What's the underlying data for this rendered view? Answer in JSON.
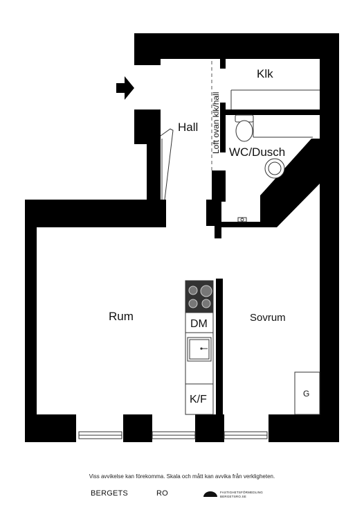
{
  "rooms": {
    "klk": "Klk",
    "hall": "Hall",
    "loft": "Loft ovan klk/hall",
    "wc": "WC/Dusch",
    "rum": "Rum",
    "sovrum": "Sovrum"
  },
  "fixtures": {
    "dm": "DM",
    "kf": "K/F",
    "g": "G"
  },
  "footer": {
    "disclaimer": "Viss avvikelse kan förekomma. Skala och mått kan avvika från verkligheten.",
    "logo_bergets": "BERGETS",
    "logo_ro": "RO",
    "logo_agency": "FASTIGHETSFÖRMEDLING\nBERGETSRO.SE"
  },
  "colors": {
    "wall": "#000000",
    "background": "#ffffff"
  }
}
